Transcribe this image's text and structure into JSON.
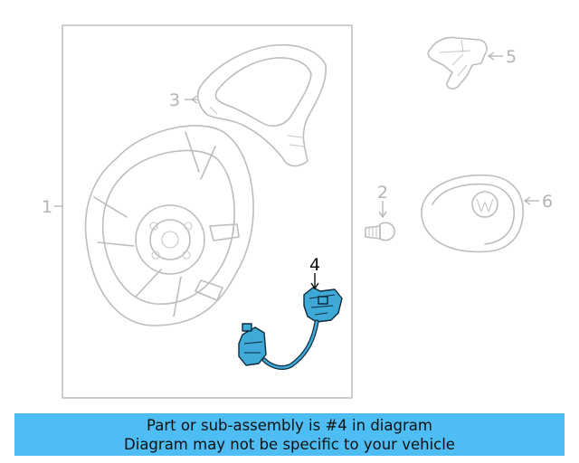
{
  "callouts": {
    "part1": "1",
    "part2": "2",
    "part3": "3",
    "part4": "4",
    "part5": "5",
    "part6": "6"
  },
  "banner": {
    "line1": "Part or sub-assembly is #4 in diagram",
    "line2": "Diagram may not be specific to your vehicle"
  },
  "colors": {
    "highlight": "#3fa9d8",
    "banner": "#4dbdf3",
    "line_art": "#bdbdbd"
  }
}
